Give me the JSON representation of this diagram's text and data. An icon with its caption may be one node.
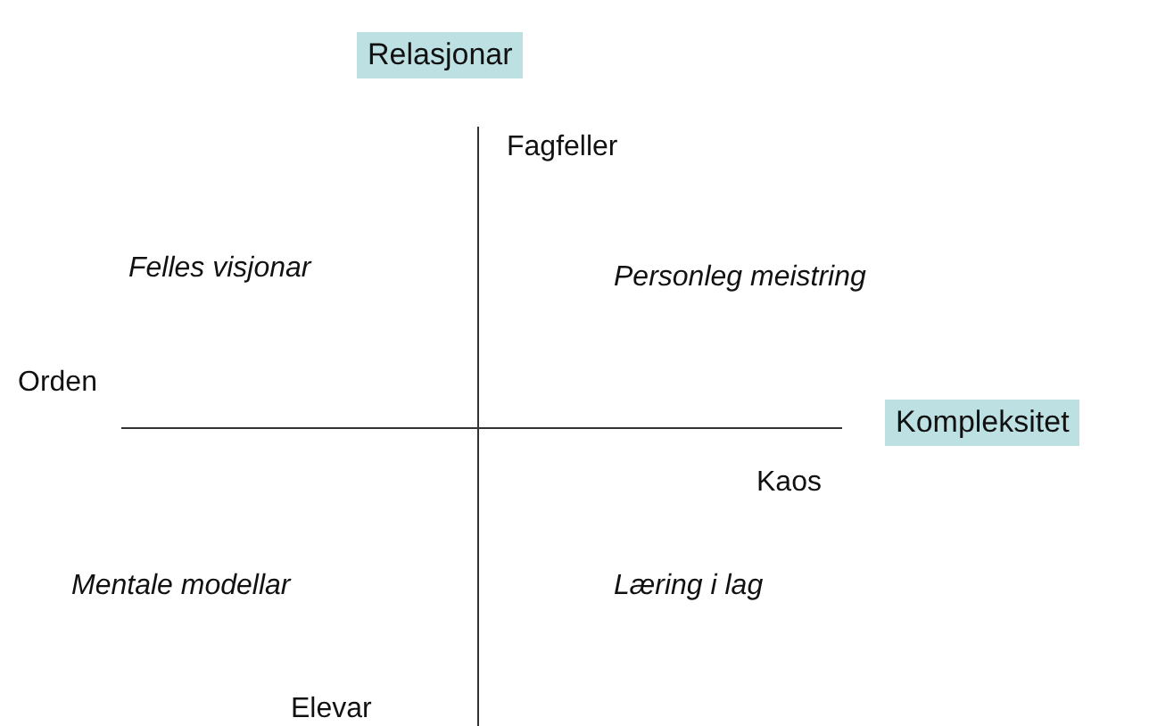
{
  "diagram": {
    "nodes": [
      {
        "text": [
          "Relasjonar"
        ]
      },
      {
        "text": [
          "Kompleksitet"
        ]
      }
    ],
    "labels": [
      "Fagfeller",
      "Felles visjonar",
      "Personleg meistring",
      "Orden",
      "Kaos",
      "Mentale modellar",
      "Læring i lag",
      "Elevar"
    ]
  }
}
